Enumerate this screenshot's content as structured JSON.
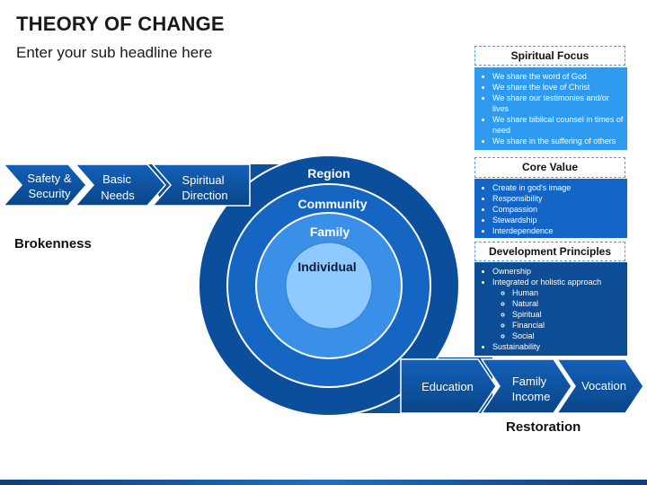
{
  "header": {
    "title": "THEORY OF CHANGE",
    "subtitle": "Enter your sub headline here"
  },
  "left_flow": {
    "chevrons": [
      {
        "line1": "Safety &",
        "line2": "Security"
      },
      {
        "line1": "Basic",
        "line2": "Needs"
      },
      {
        "line1": "Spiritual",
        "line2": "Direction"
      }
    ],
    "label": "Brokenness"
  },
  "rings": {
    "outer": "Region",
    "second": "Community",
    "third": "Family",
    "inner": "Individual"
  },
  "right_flow": {
    "chevrons": [
      {
        "line1": "Education",
        "line2": ""
      },
      {
        "line1": "Family",
        "line2": "Income"
      },
      {
        "line1": "Vocation",
        "line2": ""
      }
    ],
    "label": "Restoration"
  },
  "panels": {
    "spiritual_focus": {
      "title": "Spiritual Focus",
      "items": [
        "We share the word of God",
        "We share the love of Christ",
        "We share our testimonies and/or lives",
        "We share biblical counsel in times of need",
        "We share in the suffering of others"
      ]
    },
    "core_value": {
      "title": "Core Value",
      "items": [
        "Create in god's image",
        "Responsibility",
        "Compassion",
        "Stewardship",
        "Interdependence"
      ]
    },
    "development_principles": {
      "title": "Development Principles",
      "items": [
        "Ownership",
        "Integrated or holistic approach",
        "Sustainability"
      ],
      "sub_items": [
        "Human",
        "Natural",
        "Spiritual",
        "Financial",
        "Social"
      ]
    }
  },
  "colors": {
    "dark_blue": "#0b4f9c",
    "mid_blue": "#1d6fd0",
    "light_blue": "#4ea3f2",
    "pale_blue": "#8ec9ff",
    "panel_light": "#2e9bf0"
  }
}
